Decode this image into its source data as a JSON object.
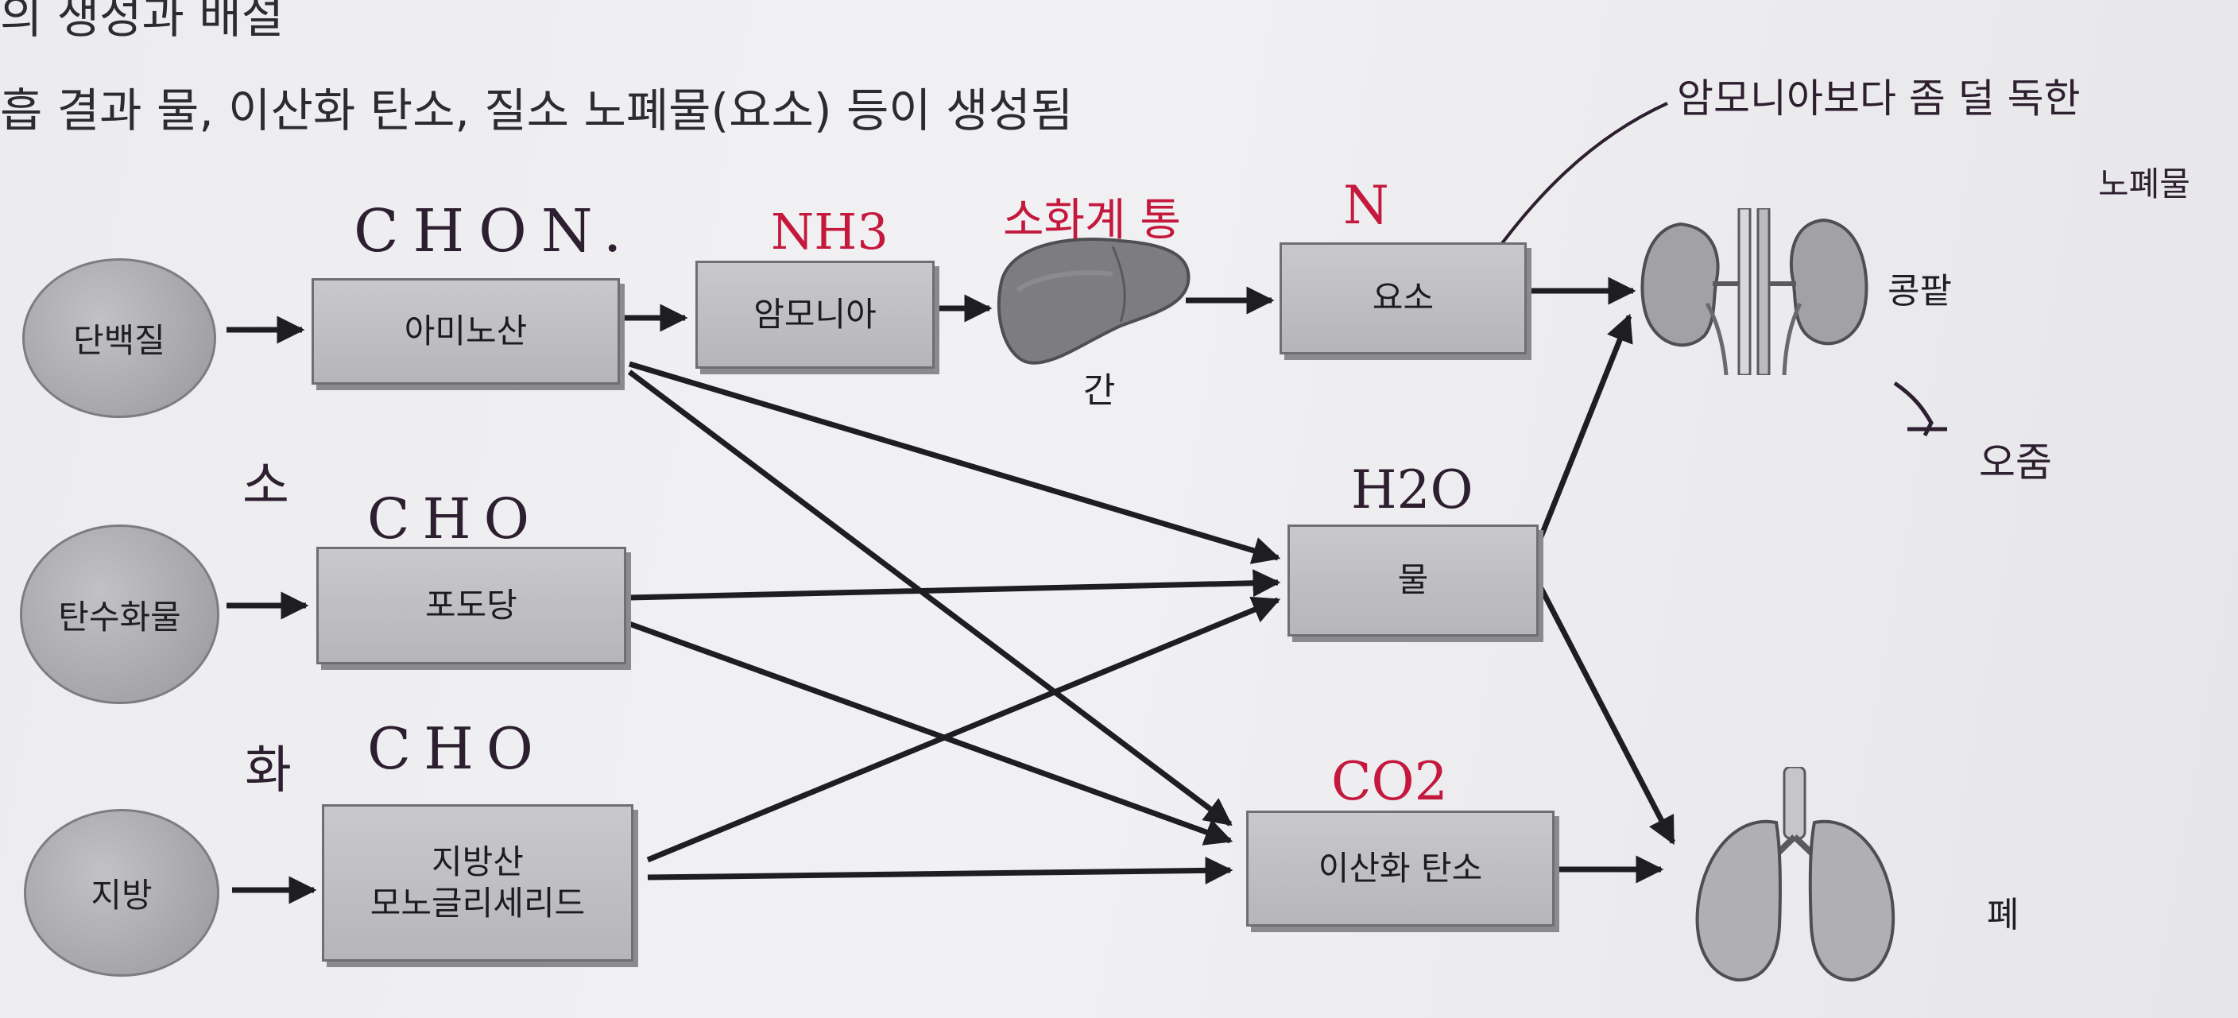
{
  "heading": {
    "line1": "의 생성과 배설",
    "line2": "흡 결과 물, 이산화 탄소, 질소 노폐물(요소) 등이 생성됨"
  },
  "nutrients": {
    "protein": "단백질",
    "carbohydrate": "탄수화물",
    "fat": "지방"
  },
  "products": {
    "amino_acid": "아미노산",
    "glucose": "포도당",
    "fatty_acid_line1": "지방산",
    "fatty_acid_line2": "모노글리세리드",
    "ammonia": "암모니아",
    "urea": "요소",
    "water": "물",
    "carbon_dioxide": "이산화 탄소"
  },
  "organs": {
    "liver": "간",
    "kidney": "콩팥",
    "lung": "폐"
  },
  "annotations": {
    "amino_formula": "CHON.",
    "glucose_formula": "CHO",
    "fat_formula": "CHO",
    "ammonia_formula": "NH3",
    "urea_formula": "N",
    "water_formula": "H2O",
    "co2_formula": "CO2",
    "liver_note": "소화계 통",
    "urea_note_line1": "암모니아보다 좀 덜 독한",
    "urea_note_line2": "노폐물",
    "kidney_note": "오줌",
    "side_mark_1": "소",
    "side_mark_2": "화"
  },
  "colors": {
    "ink_red": "#c4183c",
    "ink_dark": "#2d1f2f",
    "box_fill": "#bdbdbf",
    "arrow": "#1e1e20"
  },
  "icons": [
    "liver-icon",
    "kidney-icon",
    "lung-icon",
    "arrow-icon"
  ]
}
